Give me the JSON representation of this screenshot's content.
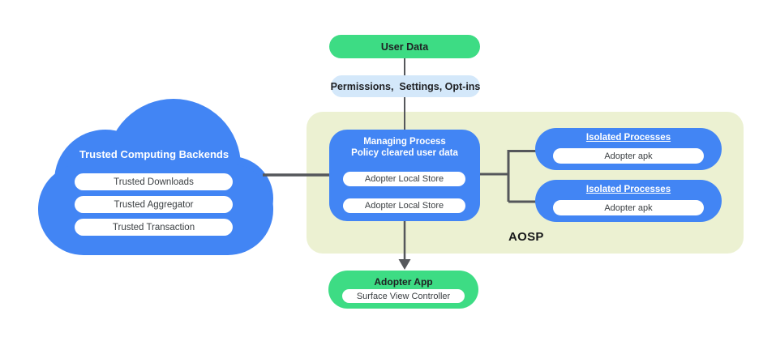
{
  "colors": {
    "blue": "#4285F4",
    "green": "#3DDC84",
    "light_blue": "#D4E8FA",
    "aosp_background": "#ECF1D2",
    "connector_gray": "#55575B",
    "dark_text": "#202124",
    "pill_text": "#3C4043",
    "white": "#FFFFFF"
  },
  "top_flow": {
    "user_data_label": "User Data",
    "permissions_label": "Permissions,  Settings, Opt-ins"
  },
  "cloud": {
    "title": "Trusted Computing Backends",
    "items": [
      "Trusted Downloads",
      "Trusted Aggregator",
      "Trusted Transaction"
    ]
  },
  "aosp": {
    "label": "AOSP",
    "managing_process": {
      "title_line1": "Managing Process",
      "title_line2": "Policy cleared user data",
      "stores": [
        "Adopter Local Store",
        "Adopter Local Store"
      ]
    },
    "isolated_processes": [
      {
        "title": "Isolated Processes",
        "item": "Adopter apk"
      },
      {
        "title": "Isolated Processes",
        "item": "Adopter apk"
      }
    ]
  },
  "adopter_app": {
    "title": "Adopter App",
    "item": "Surface View Controller"
  }
}
